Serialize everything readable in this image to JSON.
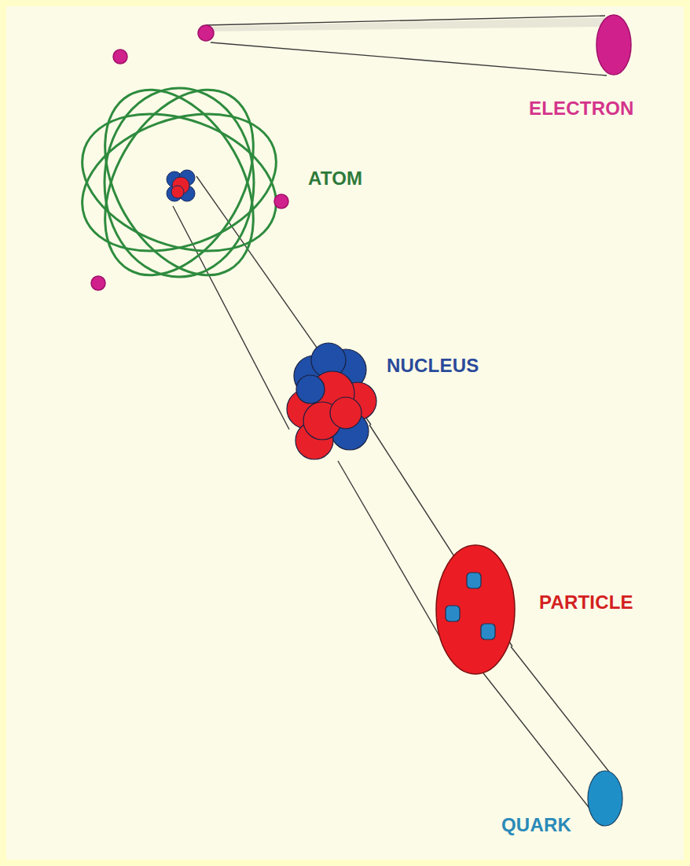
{
  "diagram": {
    "labels": [
      "ELECTRON",
      "ATOM",
      "NUCLEUS",
      "PARTICLE",
      "QUARK"
    ]
  }
}
